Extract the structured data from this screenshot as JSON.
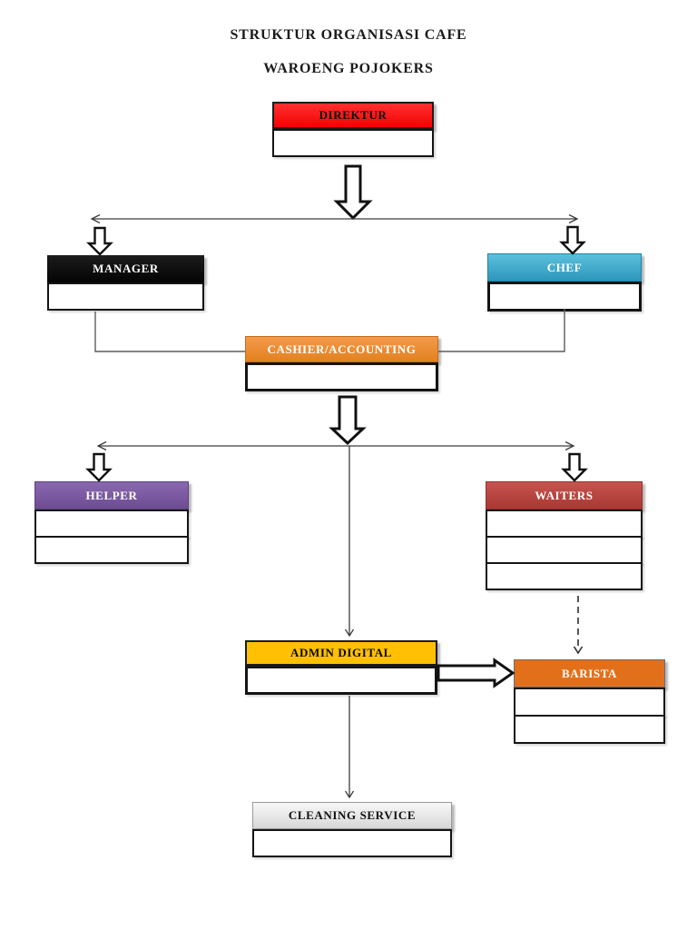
{
  "title": {
    "line1": "STRUKTUR ORGANISASI CAFE",
    "line2": "WAROENG POJOKERS"
  },
  "org_nodes": {
    "direktur": {
      "label": "DIREKTUR",
      "header_color": "#fa0505",
      "text_color": "#0d0d0d",
      "empty_rows": 1
    },
    "manager": {
      "label": "MANAGER",
      "header_color": "#0a0a0a",
      "text_color": "#ffffff",
      "empty_rows": 1
    },
    "chef": {
      "label": "CHEF",
      "header_color": "#35a2c4",
      "text_color": "#ffffff",
      "empty_rows": 1
    },
    "cashier": {
      "label": "CASHIER/ACCOUNTING",
      "header_color": "#e8862d",
      "text_color": "#ffffff",
      "empty_rows": 1
    },
    "helper": {
      "label": "HELPER",
      "header_color": "#7a5c9e",
      "text_color": "#ffffff",
      "empty_rows": 2
    },
    "waiters": {
      "label": "WAITERS",
      "header_color": "#b5403c",
      "text_color": "#ffffff",
      "empty_rows": 3
    },
    "admin_digital": {
      "label": "ADMIN DIGITAL",
      "header_color": "#ffc003",
      "text_color": "#0a0a0a",
      "empty_rows": 1
    },
    "barista": {
      "label": "BARISTA",
      "header_color": "#e2701b",
      "text_color": "#ffffff",
      "empty_rows": 2
    },
    "cleaning_service": {
      "label": "CLEANING SERVICE",
      "header_color": "#e9e9e9",
      "text_color": "#101010",
      "empty_rows": 1
    }
  },
  "edges": [
    {
      "from": "DIREKTUR",
      "to": "MANAGER",
      "style": "block-arrow-down"
    },
    {
      "from": "DIREKTUR",
      "to": "CHEF",
      "style": "block-arrow-down"
    },
    {
      "from": "MANAGER",
      "to": "CASHIER/ACCOUNTING",
      "style": "elbow-line"
    },
    {
      "from": "CHEF",
      "to": "CASHIER/ACCOUNTING",
      "style": "elbow-line"
    },
    {
      "from": "CASHIER/ACCOUNTING",
      "to": "HELPER",
      "style": "block-arrow-down"
    },
    {
      "from": "CASHIER/ACCOUNTING",
      "to": "WAITERS",
      "style": "block-arrow-down"
    },
    {
      "from": "CASHIER/ACCOUNTING",
      "to": "ADMIN DIGITAL",
      "style": "thin-arrow-down"
    },
    {
      "from": "ADMIN DIGITAL",
      "to": "BARISTA",
      "style": "block-arrow-right"
    },
    {
      "from": "WAITERS",
      "to": "BARISTA",
      "style": "dashed-arrow-down"
    },
    {
      "from": "ADMIN DIGITAL",
      "to": "CLEANING SERVICE",
      "style": "thin-arrow-down"
    }
  ]
}
